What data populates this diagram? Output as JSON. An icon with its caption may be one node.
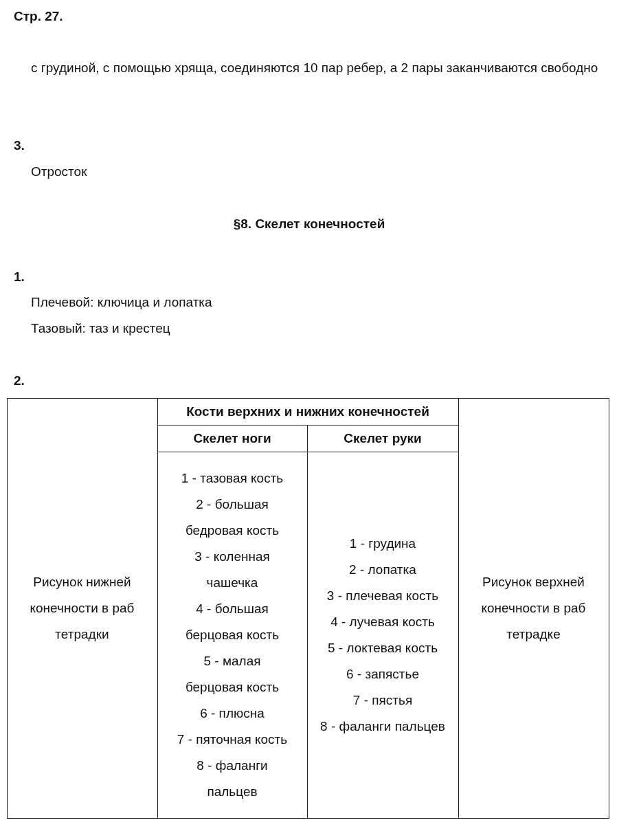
{
  "diagram": {
    "labels": [
      "Стр. 27.",
      "с грудиной, с помощью хряща, соединяются 10 пар ребер, а 2 пары заканчиваются свободно",
      "3.",
      "Отросток",
      "§8. Скелет конечностей",
      "1.",
      "Плечевой: ключица и лопатка",
      "Тазовый: таз и крестец",
      "2.",
      "Рисунок нижней конечности в раб тетрадки",
      "Кости верхних и нижних конечностей",
      "Рисунок верхней конечности в раб тетрадке",
      "Скелет ноги",
      "Скелет руки",
      "1 - тазовая кость",
      "2 - большая бедровая кость",
      "3 - коленная чашечка",
      "4 - большая берцовая кость",
      "5 - малая берцовая кость",
      "6 - плюсна",
      "7 - пяточная кость",
      "8 - фаланги пальцев",
      "1 - грудина",
      "2 - лопатка",
      "3 - плечевая кость",
      "4 - лучевая кость",
      "5 - локтевая кость",
      "6 - запястье",
      "7 - пястья",
      "8 - фаланги пальцев"
    ]
  }
}
